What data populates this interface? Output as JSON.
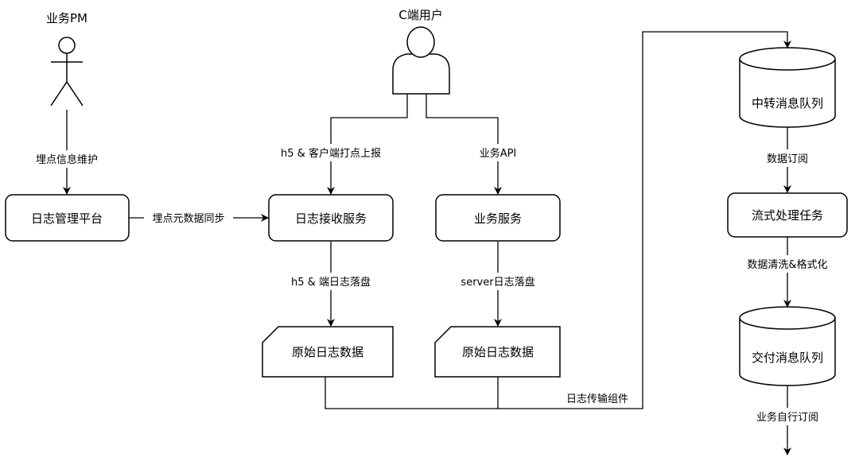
{
  "actors": {
    "business_pm": "业务PM",
    "c_user": "C端用户"
  },
  "nodes": {
    "log_platform": "日志管理平台",
    "log_receive_service": "日志接收服务",
    "business_service": "业务服务",
    "raw_log_data_1": "原始日志数据",
    "raw_log_data_2": "原始日志数据",
    "relay_queue": "中转消息队列",
    "stream_task": "流式处理任务",
    "delivery_queue": "交付消息队列"
  },
  "edges": {
    "tracking_info_maintenance": "埋点信息维护",
    "metadata_sync": "埋点元数据同步",
    "h5_client_report": "h5 & 客户端打点上报",
    "business_api": "业务API",
    "h5_client_log_persist": "h5 & 端日志落盘",
    "server_log_persist": "server日志落盘",
    "log_transport": "日志传输组件",
    "data_subscribe": "数据订阅",
    "clean_format": "数据清洗&格式化",
    "self_subscribe": "业务自行订阅"
  }
}
